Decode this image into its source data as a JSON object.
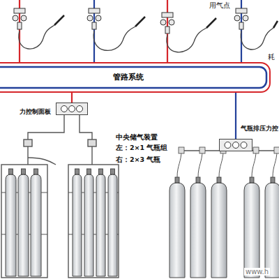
{
  "diagram": {
    "nodes": [
      {
        "text": [
          "管路系统"
        ]
      },
      {
        "text": [
          "力控制面板"
        ]
      },
      {
        "text": [
          "气瓶排压力控"
        ]
      }
    ],
    "edges": [
      {
        "from": 1,
        "to": 0,
        "arrow": "none"
      },
      {
        "from": 2,
        "to": 0,
        "arrow": "none"
      }
    ],
    "labels": [
      "用气点",
      "耗",
      "中央储气装置",
      "左：2×1 气瓶组",
      "右：2×3 气瓶",
      "www.h"
    ]
  }
}
